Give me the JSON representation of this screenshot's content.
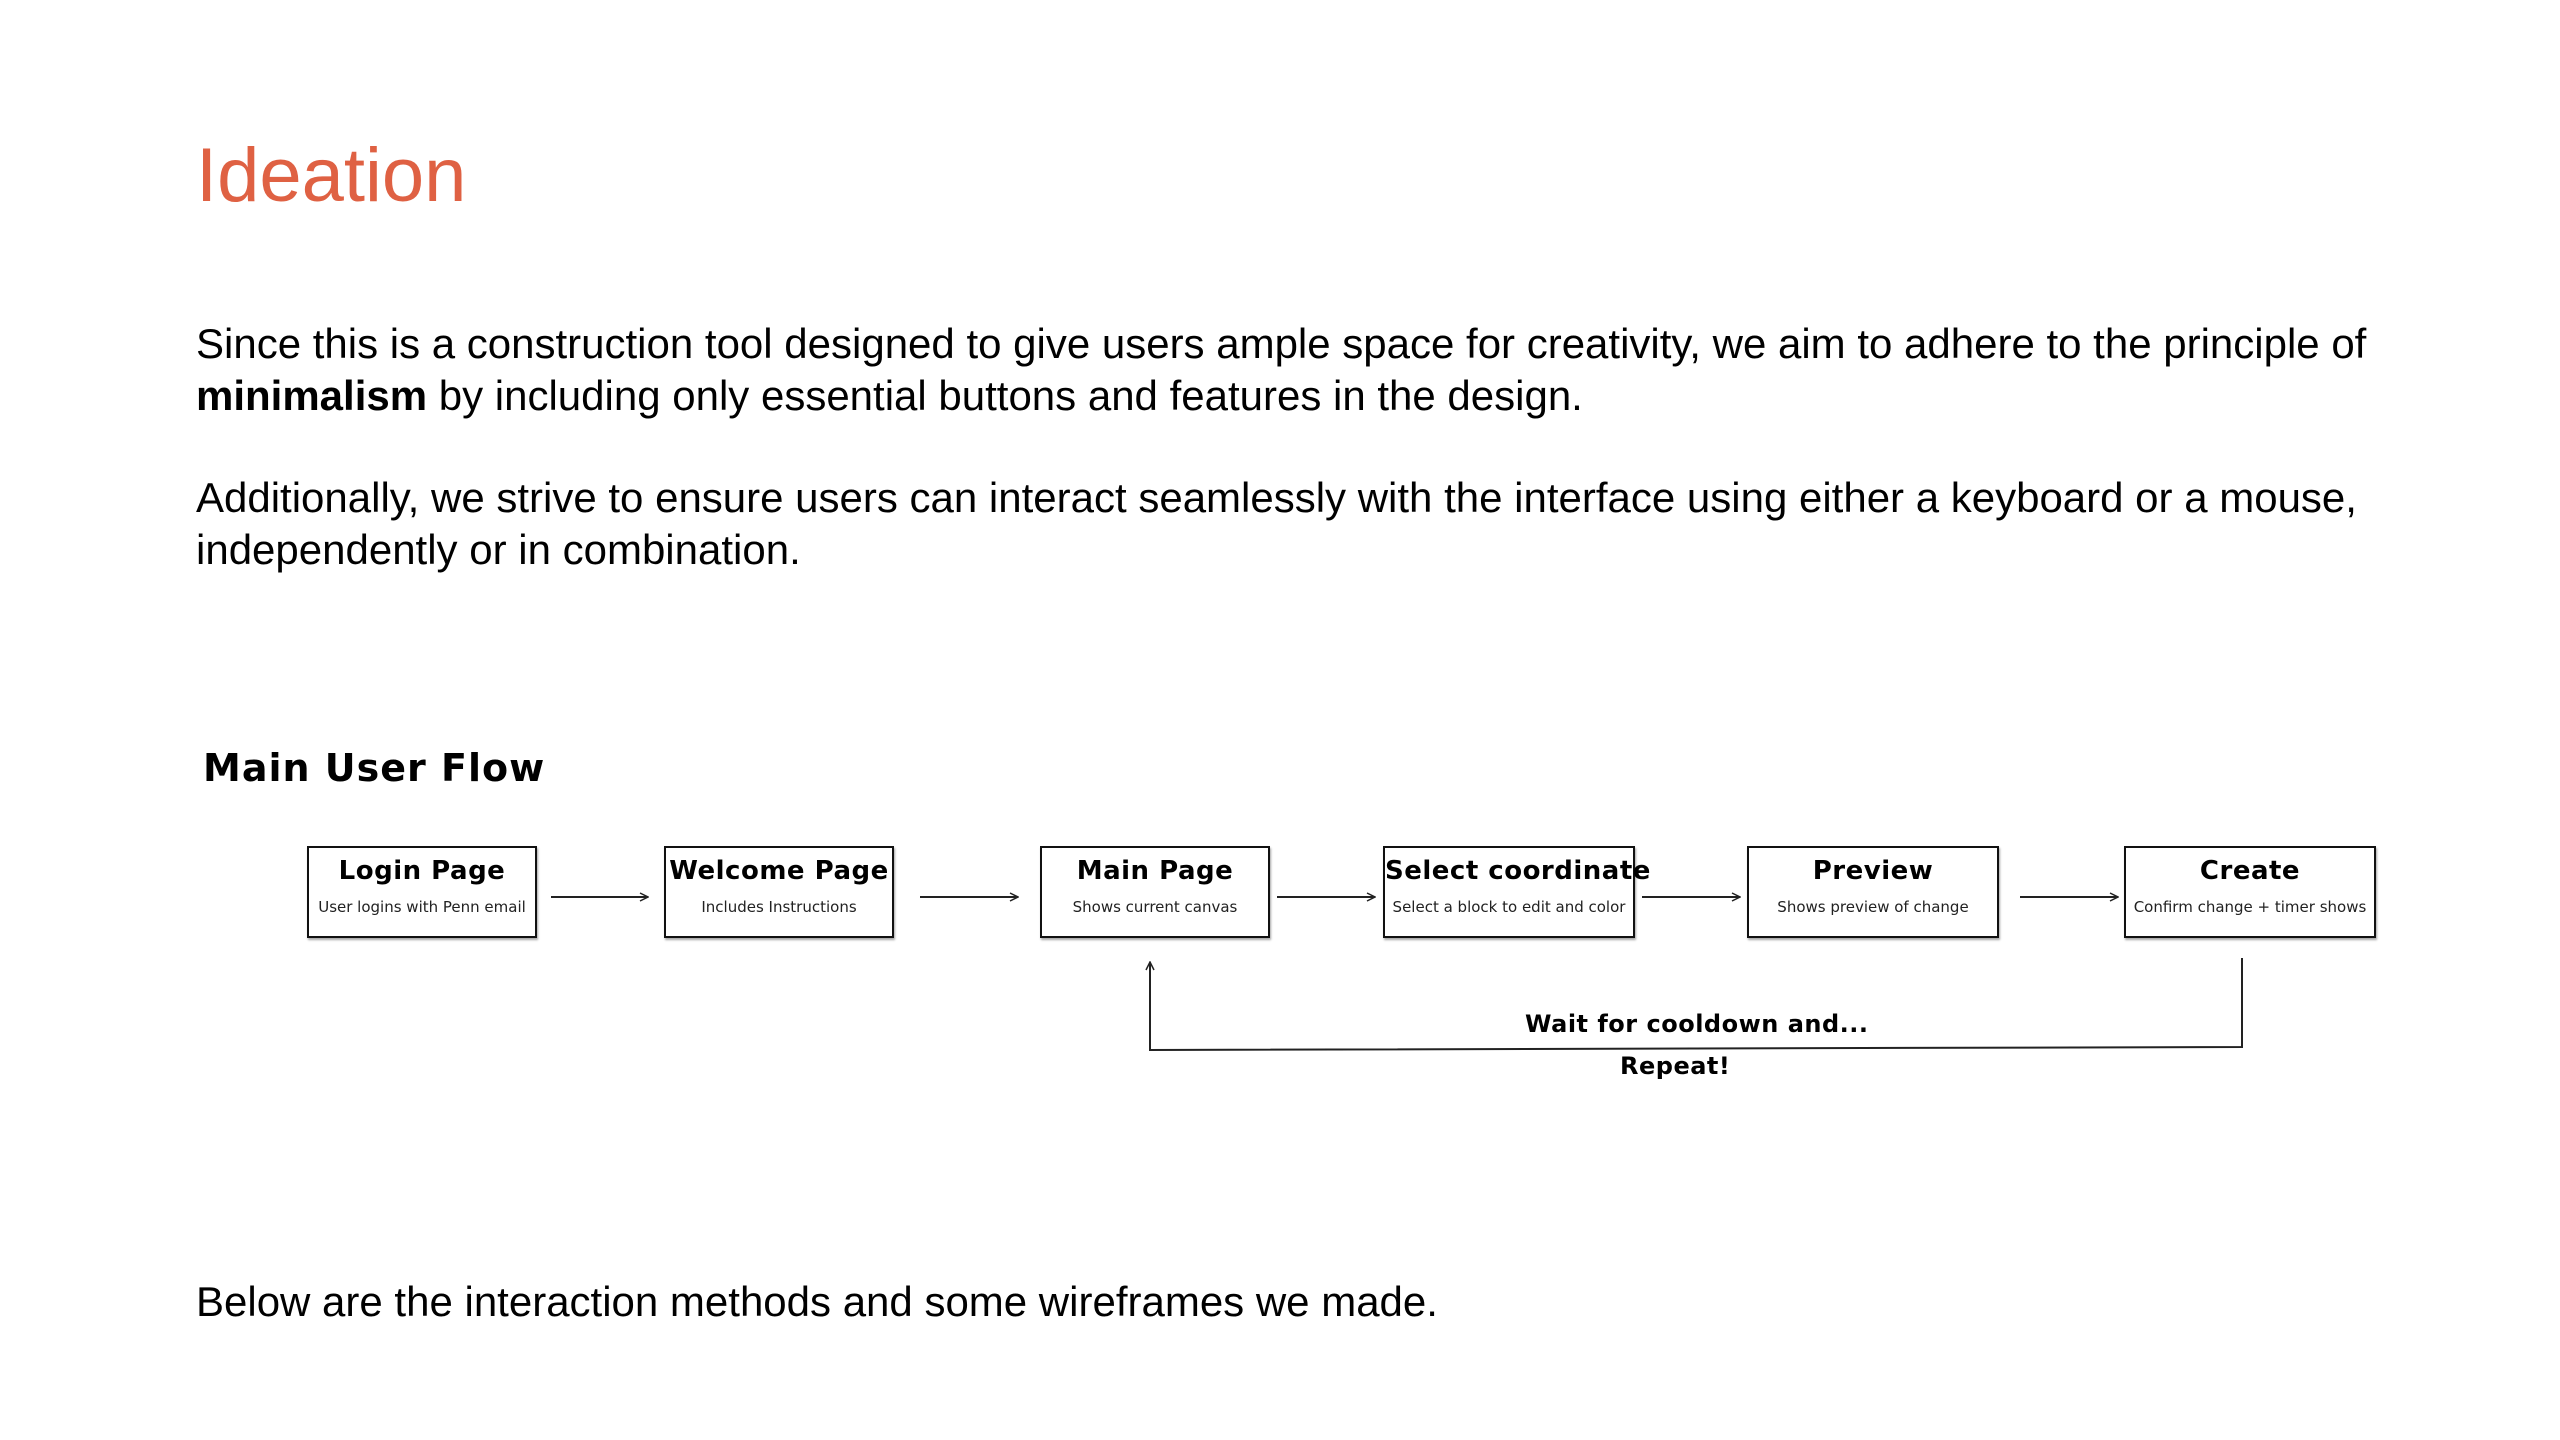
{
  "slide": {
    "title": "Ideation",
    "paragraph1": {
      "before": "Since this is a construction tool designed to give users ample space for creativity, we aim to adhere to the principle of ",
      "bold": "minimalism",
      "after": " by including only essential buttons and features in the design."
    },
    "paragraph2": "Additionally, we strive to ensure users can interact seamlessly with the interface using either a keyboard or a mouse, independently or in combination.",
    "paragraph3": "Below are the interaction methods and some wireframes we made."
  },
  "flow": {
    "title": "Main User Flow",
    "steps": [
      {
        "title": "Login Page",
        "subtitle": "User logins with Penn email"
      },
      {
        "title": "Welcome Page",
        "subtitle": "Includes Instructions"
      },
      {
        "title": "Main Page",
        "subtitle": "Shows current canvas"
      },
      {
        "title": "Select coordinate",
        "subtitle": "Select a block to edit and color"
      },
      {
        "title": "Preview",
        "subtitle": "Shows preview of change"
      },
      {
        "title": "Create",
        "subtitle": "Confirm change + timer shows"
      }
    ],
    "loop_label_1": "Wait for cooldown and...",
    "loop_label_2": "Repeat!"
  },
  "colors": {
    "title": "#df6143",
    "text": "#000000",
    "box_border": "#111111"
  }
}
